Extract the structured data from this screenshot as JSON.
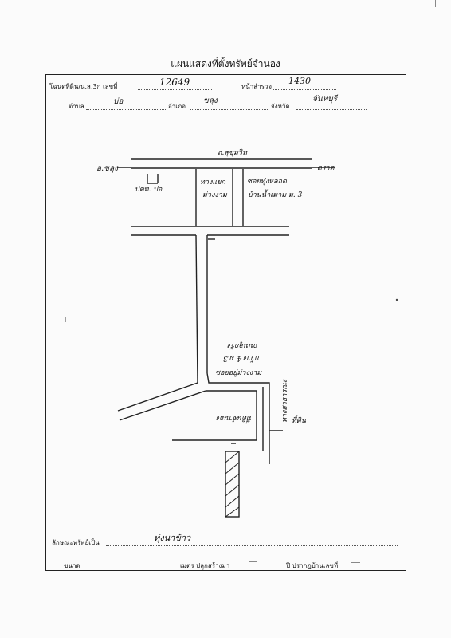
{
  "title": "แผนแสดงที่ตั้งทรัพย์จำนอง",
  "header": {
    "deed_label": "โฉนดที่ดิน/น.ส.3ก เลขที่",
    "deed_no": "12649",
    "survey_label": "หน้าสำรวจ",
    "survey_no": "1430",
    "tambon_label": "ตำบล",
    "tambon": "บ่อ",
    "amphoe_label": "อำเภอ",
    "amphoe": "ขลุง",
    "province_label": "จังหวัด",
    "province": "จันทบุรี"
  },
  "map": {
    "road_name": "ถ.สุขุมวิท",
    "left_place": "อ.ขลุง",
    "right_place": "ตราด",
    "station": "ปตท. บ่อ",
    "junction": "ทางแยก",
    "junction2": "ม่วงงาม",
    "village_road": "ซอยทุ่งหลอด",
    "village": "บ้านน้ำเมาม ม. 3",
    "lane_note_1": "ถนนลูกรัง",
    "lane_note_2": "กว้าง 4 ม.3",
    "lane_note_3": "ซอยอยู่ม่วงงาม",
    "plot_label": "ที่ดินจำนอง",
    "side_label": "ทางสาธารณะ",
    "side_label_2": "ที่ดิน"
  },
  "footer": {
    "type_label": "ลักษณะทรัพย์เป็น",
    "type_value": "ทุ่งนาข้าว",
    "size_label": "ขนาด",
    "built_label": "เมตร ปลูกสร้างมา",
    "year_label": "ปี ปรากฏบ้านเลขที่"
  }
}
